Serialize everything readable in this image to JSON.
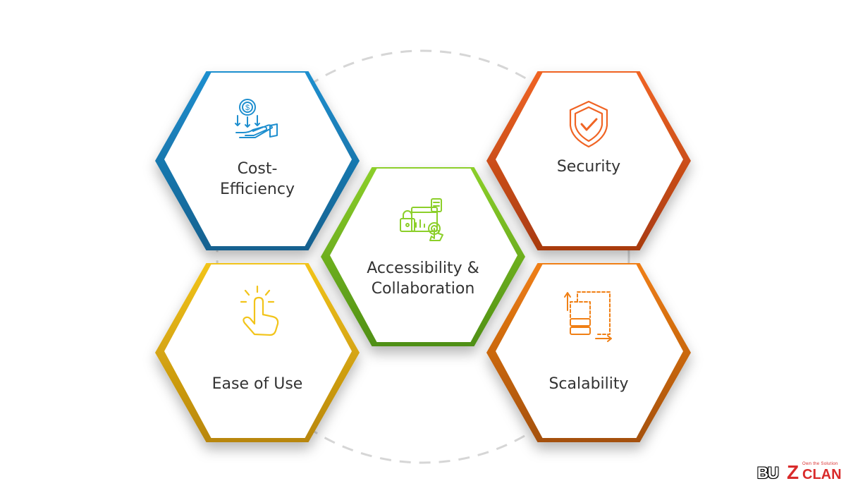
{
  "hexagons": [
    {
      "id": "cost",
      "label_lines": [
        "Cost-",
        "Efficiency"
      ],
      "icon": "hand-coin-icon",
      "color": "#1f8fcf",
      "color_dark": "#13618f"
    },
    {
      "id": "security",
      "label_lines": [
        "Security"
      ],
      "icon": "shield-check-icon",
      "color": "#f06424",
      "color_dark": "#a83a10"
    },
    {
      "id": "access",
      "label_lines": [
        "Accessibility &",
        "Collaboration"
      ],
      "icon": "dashboard-touch-icon",
      "color": "#8ccf2a",
      "color_dark": "#4f8f14"
    },
    {
      "id": "ease",
      "label_lines": [
        "Ease of Use"
      ],
      "icon": "tap-finger-icon",
      "color": "#f2c41a",
      "color_dark": "#b8860b"
    },
    {
      "id": "scale",
      "label_lines": [
        "Scalability"
      ],
      "icon": "server-scale-icon",
      "color": "#f07f14",
      "color_dark": "#a4500a"
    }
  ],
  "logo": {
    "part1": "BU",
    "part2": "Z",
    "part3": "CLAN",
    "tagline": "Own the Solution"
  }
}
